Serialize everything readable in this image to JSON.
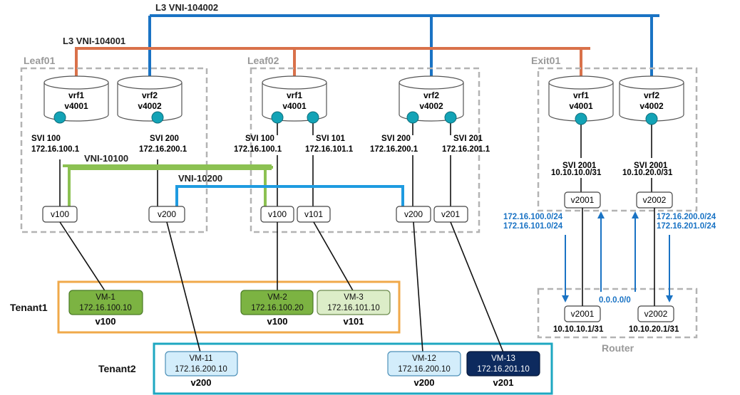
{
  "l3vni": {
    "vni2": "L3 VNI-104002",
    "vni1": "L3 VNI-104001",
    "color_vni2": "#1a73c4",
    "color_vni1": "#d9714a"
  },
  "l2vni": {
    "vni10100": "VNI-10100",
    "vni10200": "VNI-10200",
    "color_10100": "#8cc152",
    "color_10200": "#1e9be0"
  },
  "leaf01": {
    "title": "Leaf01",
    "vrf1_name": "vrf1",
    "vrf1_vlan": "v4001",
    "vrf2_name": "vrf2",
    "vrf2_vlan": "v4002",
    "svi_a_name": "SVI 100",
    "svi_a_ip": "172.16.100.1",
    "svi_b_name": "SVI 200",
    "svi_b_ip": "172.16.200.1",
    "vlan_a": "v100",
    "vlan_b": "v200"
  },
  "leaf02": {
    "title": "Leaf02",
    "vrf1_name": "vrf1",
    "vrf1_vlan": "v4001",
    "vrf2_name": "vrf2",
    "vrf2_vlan": "v4002",
    "svi_a_name": "SVI 100",
    "svi_a_ip": "172.16.100.1",
    "svi_b_name": "SVI 101",
    "svi_b_ip": "172.16.101.1",
    "svi_c_name": "SVI 200",
    "svi_c_ip": "172.16.200.1",
    "svi_d_name": "SVI 201",
    "svi_d_ip": "172.16.201.1",
    "vlan_a": "v100",
    "vlan_b": "v101",
    "vlan_c": "v200",
    "vlan_d": "v201"
  },
  "exit01": {
    "title": "Exit01",
    "vrf1_name": "vrf1",
    "vrf1_vlan": "v4001",
    "vrf2_name": "vrf2",
    "vrf2_vlan": "v4002",
    "svi_a_name": "SVI 2001",
    "svi_a_ip": "10.10.10.0/31",
    "svi_b_name": "SVI 2001",
    "svi_b_ip": "10.10.20.0/31",
    "vlan_a": "v2001",
    "vlan_b": "v2002"
  },
  "routes": {
    "left_1": "172.16.100.0/24",
    "left_2": "172.16.101.0/24",
    "right_1": "172.16.200.0/24",
    "right_2": "172.16.201.0/24",
    "default": "0.0.0.0/0",
    "color": "#1a73c4"
  },
  "router": {
    "title": "Router",
    "vlan_a": "v2001",
    "ip_a": "10.10.10.1/31",
    "vlan_b": "v2002",
    "ip_b": "10.10.20.1/31"
  },
  "tenant1": {
    "title": "Tenant1",
    "color": "#f0a94a",
    "vm1_name": "VM-1",
    "vm1_ip": "172.16.100.10",
    "vm1_vlan": "v100",
    "vm2_name": "VM-2",
    "vm2_ip": "172.16.100.20",
    "vm2_vlan": "v100",
    "vm3_name": "VM-3",
    "vm3_ip": "172.16.101.10",
    "vm3_vlan": "v101"
  },
  "tenant2": {
    "title": "Tenant2",
    "color": "#1ea7c1",
    "vm11_name": "VM-11",
    "vm11_ip": "172.16.200.10",
    "vm11_vlan": "v200",
    "vm12_name": "VM-12",
    "vm12_ip": "172.16.200.10",
    "vm12_vlan": "v200",
    "vm13_name": "VM-13",
    "vm13_ip": "172.16.201.10",
    "vm13_vlan": "v201"
  }
}
